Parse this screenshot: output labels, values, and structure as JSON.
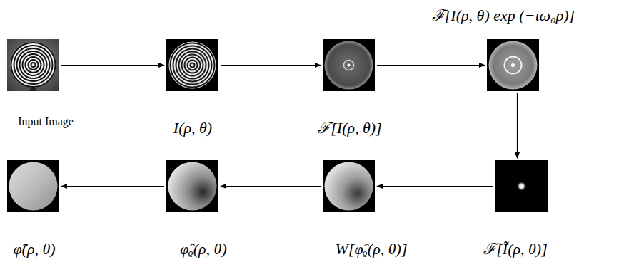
{
  "diagram": {
    "nodes": [
      {
        "text": [
          "Input Image"
        ]
      },
      {
        "text": [
          "I(ρ, θ)"
        ]
      },
      {
        "text": [
          "ℱ[I(ρ, θ)]"
        ]
      },
      {
        "text": [
          "ℱ[I(ρ, θ) exp (−ιω₀ρ)]"
        ]
      },
      {
        "text": [
          "φ̃(ρ, θ)"
        ]
      },
      {
        "text": [
          "φ̂ᵨ(ρ, θ)"
        ]
      },
      {
        "text": [
          "W[φ̂ᵨ(ρ, θ)]"
        ]
      },
      {
        "text": [
          "ℱ[Ĩ(ρ, θ)]"
        ]
      }
    ],
    "edges": [
      {
        "from": 0,
        "to": 1,
        "arrow": "to"
      },
      {
        "from": 1,
        "to": 2,
        "arrow": "to"
      },
      {
        "from": 2,
        "to": 3,
        "arrow": "to"
      },
      {
        "from": 3,
        "to": 7,
        "arrow": "to"
      },
      {
        "from": 7,
        "to": 6,
        "arrow": "to"
      },
      {
        "from": 6,
        "to": 5,
        "arrow": "to"
      },
      {
        "from": 5,
        "to": 4,
        "arrow": "to"
      }
    ]
  }
}
